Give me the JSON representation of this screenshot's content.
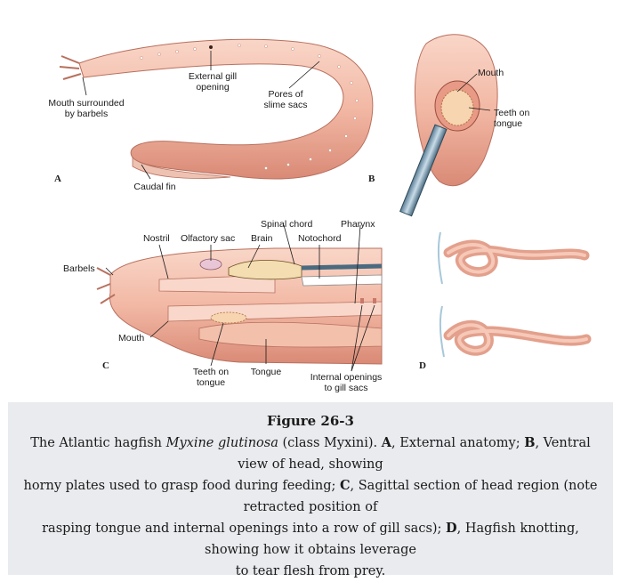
{
  "figure": {
    "title": "Figure 26-3",
    "caption": {
      "intro": "The Atlantic hagfish",
      "species": "Myxine glutinosa",
      "after_species": "(class Myxini).",
      "a_letter": "A",
      "a_text": ", External anatomy;",
      "b_letter": "B",
      "b_text": ", Ventral view of head, showing",
      "line2": "horny plates used to grasp food during feeding;",
      "c_letter": "C",
      "c_text": ", Sagittal section of head region (note retracted position of",
      "line3": "rasping tongue and internal openings into a row of gill sacs);",
      "d_letter": "D",
      "d_text": ", Hagfish knotting, showing how it obtains leverage",
      "line4": "to tear flesh from prey."
    }
  },
  "panels": {
    "a": {
      "letter": "A",
      "labels": {
        "mouth": "Mouth surrounded",
        "mouth2": "by barbels",
        "gill": "External gill",
        "gill2": "opening",
        "pores": "Pores of",
        "pores2": "slime sacs",
        "caudal": "Caudal fin"
      }
    },
    "b": {
      "letter": "B",
      "labels": {
        "mouth": "Mouth",
        "teeth": "Teeth on",
        "teeth2": "tongue"
      }
    },
    "c": {
      "letter": "C",
      "labels": {
        "spinal": "Spinal chord",
        "pharynx": "Pharynx",
        "nostril": "Nostril",
        "olfactory": "Olfactory sac",
        "brain": "Brain",
        "notochord": "Notochord",
        "barbels": "Barbels",
        "mouth": "Mouth",
        "teeth": "Teeth on",
        "teeth2": "tongue",
        "tongue": "Tongue",
        "internal": "Internal openings",
        "internal2": "to gill sacs"
      }
    },
    "d": {
      "letter": "D"
    }
  },
  "colors": {
    "flesh": "#f2b8a4",
    "flesh_dark": "#d98a76",
    "flesh_light": "#f9d8cb",
    "caption_bg": "#e9ebee"
  }
}
